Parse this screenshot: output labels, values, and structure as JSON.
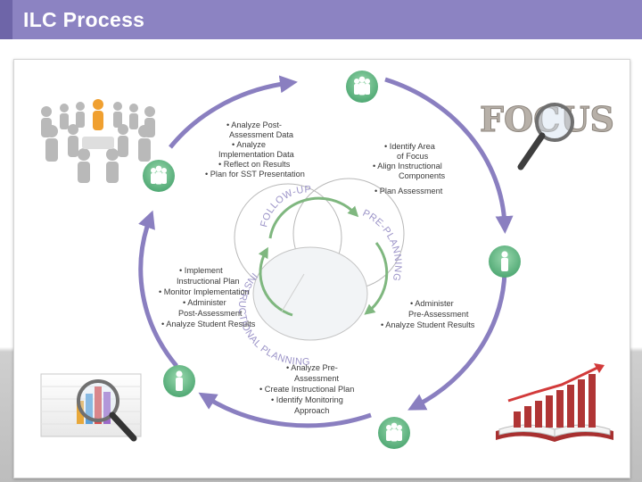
{
  "header": {
    "title": "ILC Process"
  },
  "images": {
    "focus_text": "FOCUS"
  },
  "cycle": {
    "labels": {
      "follow_up": "FOLLOW-UP",
      "pre_planning": "PRE-PLANNING",
      "instructional_planning": "INSTRUCTIONAL PLANNING"
    },
    "follow_up_items": [
      "• Analyze Post-",
      "Assessment Data",
      "• Analyze",
      "Implementation Data",
      "• Reflect on Results",
      "• Plan for SST Presentation"
    ],
    "pre_planning_items": [
      "• Identify Area",
      "of Focus",
      "• Align Instructional",
      "Components",
      "• Plan Assessment"
    ],
    "implementation_items": [
      "• Implement",
      "Instructional Plan",
      "• Monitor Implementation",
      "• Administer",
      "Post-Assessment",
      "• Analyze Student Results"
    ],
    "pre_assessment_items": [
      "• Administer",
      "Pre-Assessment",
      "• Analyze Student Results"
    ],
    "planning_items": [
      "• Analyze Pre-",
      "Assessment",
      "• Create Instructional Plan",
      "• Identify Monitoring",
      "Approach"
    ]
  },
  "colors": {
    "title_bar": "#8c83c2",
    "cycle_arrow": "#8a7fc0",
    "person_node": "#6cbf8a",
    "inner_arc": "#8fc48f"
  },
  "icons": [
    "person-icon",
    "people-group-icon",
    "magnifier-icon",
    "bar-chart-icon",
    "book-icon",
    "trend-arrow-icon"
  ]
}
